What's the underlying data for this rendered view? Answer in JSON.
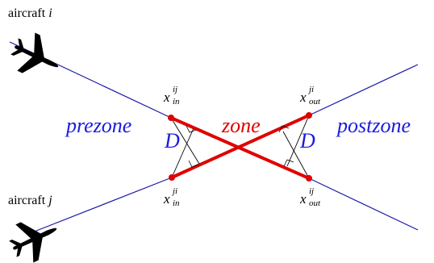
{
  "labels": {
    "aircraft_i": "aircraft",
    "aircraft_i_var": "i",
    "aircraft_j": "aircraft",
    "aircraft_j_var": "j",
    "prezone": "prezone",
    "zone": "zone",
    "postzone": "postzone",
    "d_left": "D",
    "d_right": "D"
  },
  "points": {
    "x_in_ij": {
      "base": "x",
      "sup": "ij",
      "sub": "in"
    },
    "x_in_ji": {
      "base": "x",
      "sup": "ji",
      "sub": "in"
    },
    "x_out_ji_top": {
      "base": "x",
      "sup": "ji",
      "sub": "out"
    },
    "x_out_ij_bottom": {
      "base": "x",
      "sup": "ij",
      "sub": "out"
    }
  },
  "colors": {
    "trajectory": "#1a1aa8",
    "zone_segment": "#e00000",
    "zone_text": "#e00000",
    "zone_region_text": "#1a1ae0",
    "points": "#e00000",
    "construction": "#000000"
  },
  "icons": {
    "aircraft_i": "airplane-icon",
    "aircraft_j": "airplane-icon"
  }
}
